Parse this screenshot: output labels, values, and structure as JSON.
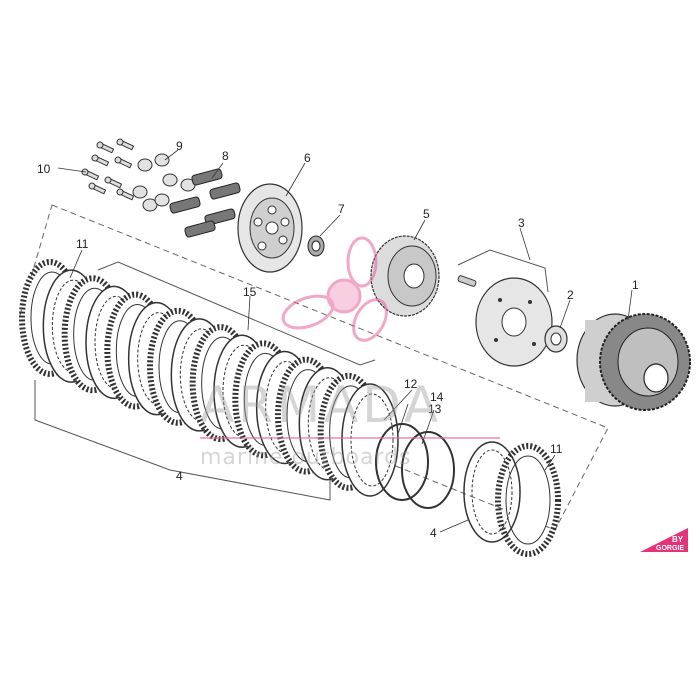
{
  "diagram": {
    "callouts": [
      "1",
      "2",
      "3",
      "4",
      "5",
      "6",
      "7",
      "8",
      "9",
      "10",
      "11",
      "12",
      "13",
      "14",
      "15",
      "4",
      "11"
    ]
  },
  "watermark": {
    "title": "ARMADA",
    "subtitle": "marine outboards"
  },
  "badge": {
    "line1": "BY",
    "line2": "GORGIE"
  },
  "colors": {
    "line": "#333333",
    "dash": "#666666",
    "part_fill": "#d8d8d8",
    "friction_fill": "#555555",
    "watermark_pink": "#e8609a",
    "badge_pink": "#e5337a"
  }
}
